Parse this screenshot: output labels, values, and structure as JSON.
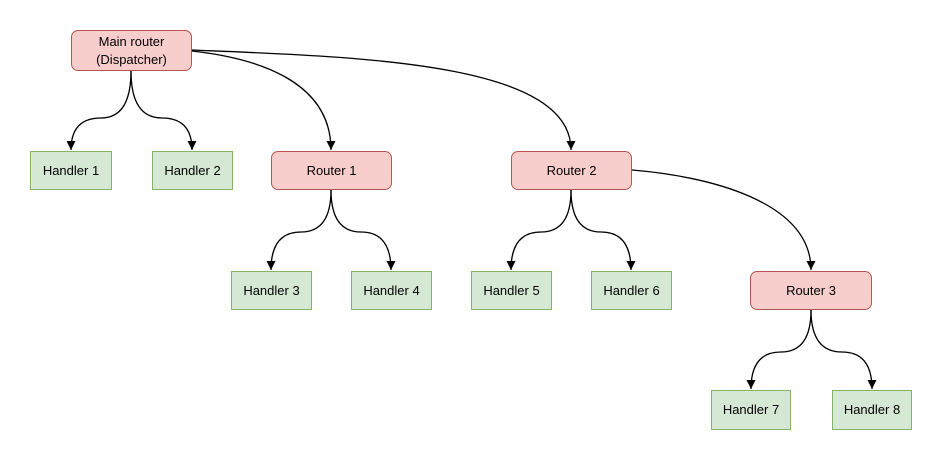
{
  "diagram": {
    "nodes": {
      "main_router": {
        "label": "Main router\n(Dispatcher)",
        "type": "router"
      },
      "handler_1": {
        "label": "Handler 1",
        "type": "handler"
      },
      "handler_2": {
        "label": "Handler 2",
        "type": "handler"
      },
      "router_1": {
        "label": "Router 1",
        "type": "router"
      },
      "router_2": {
        "label": "Router 2",
        "type": "router"
      },
      "handler_3": {
        "label": "Handler 3",
        "type": "handler"
      },
      "handler_4": {
        "label": "Handler 4",
        "type": "handler"
      },
      "handler_5": {
        "label": "Handler 5",
        "type": "handler"
      },
      "handler_6": {
        "label": "Handler 6",
        "type": "handler"
      },
      "router_3": {
        "label": "Router 3",
        "type": "router"
      },
      "handler_7": {
        "label": "Handler 7",
        "type": "handler"
      },
      "handler_8": {
        "label": "Handler 8",
        "type": "handler"
      }
    },
    "edges": [
      {
        "from": "Main router (Dispatcher)",
        "to": "Handler 1"
      },
      {
        "from": "Main router (Dispatcher)",
        "to": "Handler 2"
      },
      {
        "from": "Main router (Dispatcher)",
        "to": "Router 1"
      },
      {
        "from": "Main router (Dispatcher)",
        "to": "Router 2"
      },
      {
        "from": "Router 1",
        "to": "Handler 3"
      },
      {
        "from": "Router 1",
        "to": "Handler 4"
      },
      {
        "from": "Router 2",
        "to": "Handler 5"
      },
      {
        "from": "Router 2",
        "to": "Handler 6"
      },
      {
        "from": "Router 2",
        "to": "Router 3"
      },
      {
        "from": "Router 3",
        "to": "Handler 7"
      },
      {
        "from": "Router 3",
        "to": "Handler 8"
      }
    ],
    "palette": {
      "router_fill": "#f8cecc",
      "router_stroke": "#b85450",
      "handler_fill": "#d5e8d4",
      "handler_stroke": "#82b366",
      "edge_color": "#000000",
      "background": "#ffffff"
    }
  }
}
